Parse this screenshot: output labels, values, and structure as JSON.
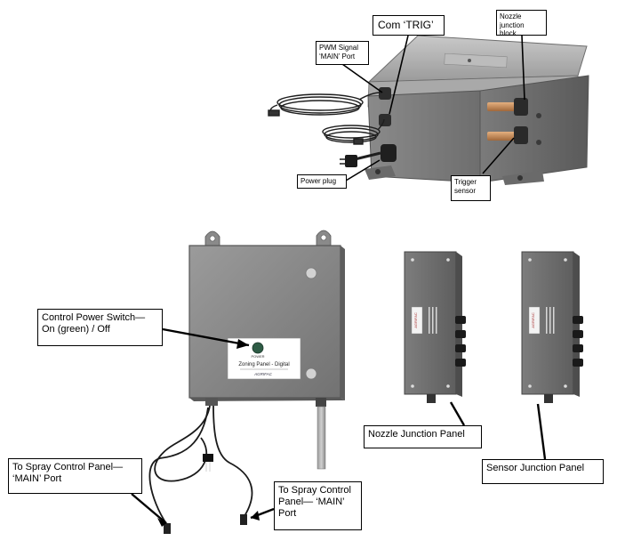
{
  "callouts": {
    "com_trig": "Com ‘TRIG’",
    "nozzle_block_1": "Nozzle junction",
    "nozzle_block_2": "block",
    "pwm_1": "PWM Signal",
    "pwm_2": "‘MAIN’ Port",
    "power_plug": "Power plug",
    "trigger_1": "Trigger",
    "trigger_2": "sensor",
    "control_power_1": "Control Power Switch—",
    "control_power_2": "On (green) / Off",
    "spray_left_1": "To Spray Control Panel—",
    "spray_left_2": "‘MAIN’ Port",
    "spray_right_1": "To Spray Control",
    "spray_right_2": "Panel— ‘MAIN’",
    "spray_right_3": "Port",
    "nozzle_panel": "Nozzle Junction Panel",
    "sensor_panel": "Sensor Junction Panel"
  },
  "panel_labels": {
    "power": "POWER",
    "zoning_title": "Zoning Panel - Digital",
    "brand": "AGRIFAC"
  }
}
